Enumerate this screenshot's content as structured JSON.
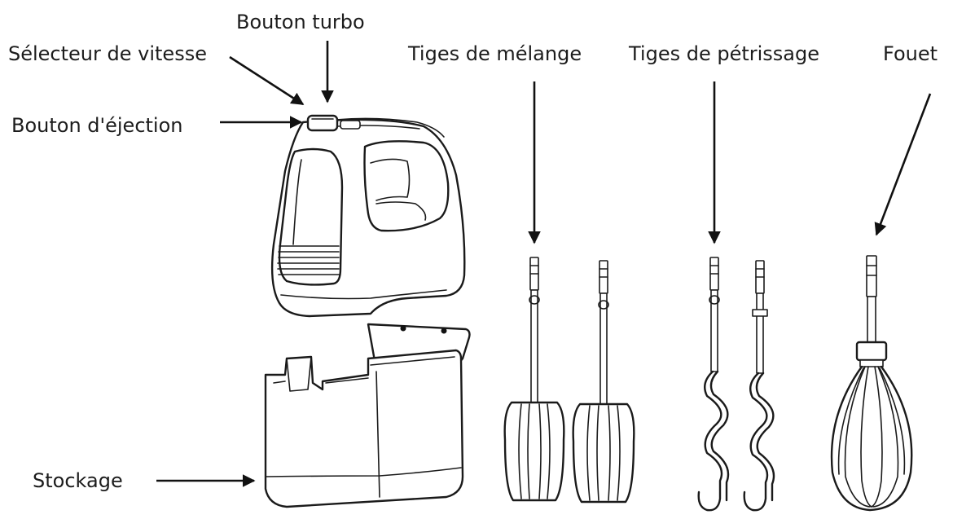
{
  "labels": {
    "turbo_button": "Bouton turbo",
    "speed_selector": "Sélecteur de vitesse",
    "eject_button": "Bouton d'éjection",
    "mixing_beaters": "Tiges de mélange",
    "kneading_hooks": "Tiges de pétrissage",
    "whisk": "Fouet",
    "storage": "Stockage"
  },
  "colors": {
    "ink": "#1a1a1a",
    "background": "#ffffff"
  }
}
